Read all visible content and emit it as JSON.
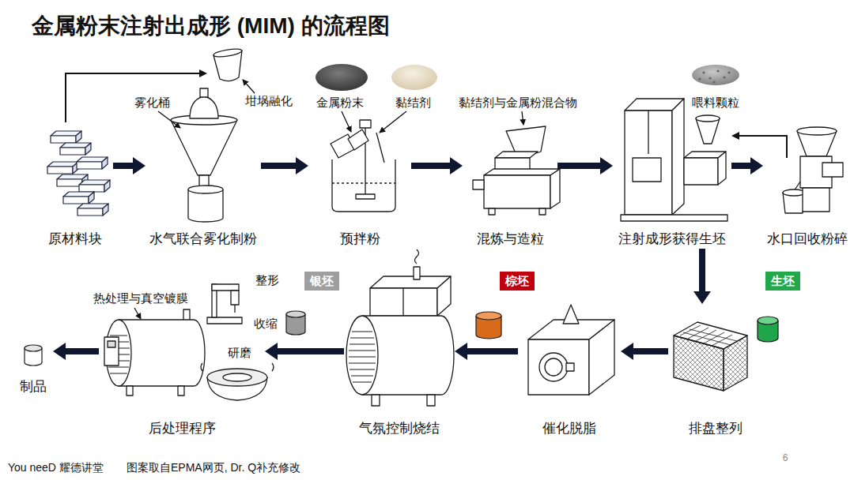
{
  "diagram": {
    "title": "金属粉末注射出成形 (MIM) 的流程图",
    "nodes": [
      {
        "text": [
          "原材料块"
        ]
      },
      {
        "text": [
          "水气联合雾化制粉"
        ]
      },
      {
        "text": [
          "预拌粉"
        ]
      },
      {
        "text": [
          "混炼与造粒"
        ]
      },
      {
        "text": [
          "注射成形获得生坯"
        ]
      },
      {
        "text": [
          "水口回收粉碎"
        ]
      },
      {
        "text": [
          "排盘整列"
        ]
      },
      {
        "text": [
          "生坯"
        ]
      },
      {
        "text": [
          "催化脱脂"
        ]
      },
      {
        "text": [
          "棕坯"
        ]
      },
      {
        "text": [
          "气氛控制烧结"
        ]
      },
      {
        "text": [
          "银坯"
        ]
      },
      {
        "text": [
          "后处理程序"
        ]
      },
      {
        "text": [
          "制品"
        ]
      }
    ],
    "edges": [
      {
        "from": 0,
        "to": 1,
        "arrow": "to"
      },
      {
        "from": 0,
        "to": 1,
        "arrow": "to"
      },
      {
        "from": 1,
        "to": 2,
        "arrow": "to"
      },
      {
        "from": 2,
        "to": 3,
        "arrow": "to"
      },
      {
        "from": 3,
        "to": 4,
        "arrow": "to"
      },
      {
        "from": 4,
        "to": 5,
        "arrow": "to"
      },
      {
        "from": 5,
        "to": 4,
        "arrow": "to"
      },
      {
        "from": 4,
        "to": 6,
        "arrow": "to"
      },
      {
        "from": 6,
        "to": 8,
        "arrow": "to"
      },
      {
        "from": 8,
        "to": 10,
        "arrow": "to"
      },
      {
        "from": 10,
        "to": 12,
        "arrow": "to"
      },
      {
        "from": 12,
        "to": 13,
        "arrow": "to"
      }
    ],
    "labels": [
      "雾化桶",
      "坩埚融化",
      "金属粉末",
      "黏结剂",
      "黏结剂与金属粉混合物",
      "喂料颗粒",
      "整形",
      "收缩",
      "热处理与真空镀膜",
      "研磨",
      "You neeD 耀德讲堂",
      "图案取自EPMA网页, Dr. Q补充修改",
      "6"
    ]
  }
}
